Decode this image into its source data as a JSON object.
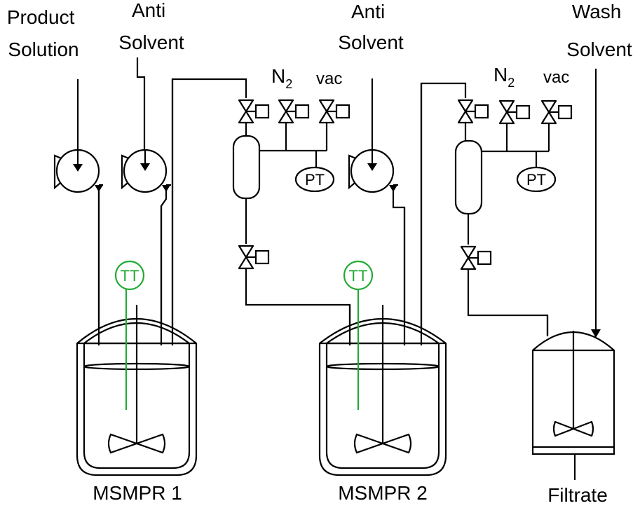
{
  "labels": {
    "product_solution": [
      "Product",
      "Solution"
    ],
    "anti_solvent_1": [
      "Anti",
      "Solvent"
    ],
    "anti_solvent_2": [
      "Anti",
      "Solvent"
    ],
    "wash_solvent": [
      "Wash",
      "Solvent"
    ],
    "n2_1": {
      "main": "N",
      "sub": "2"
    },
    "n2_2": {
      "main": "N",
      "sub": "2"
    },
    "vac_1": "vac",
    "vac_2": "vac",
    "pt_1": "PT",
    "pt_2": "PT",
    "tt_1": "TT",
    "tt_2": "TT",
    "msmpr_1": "MSMPR 1",
    "msmpr_2": "MSMPR 2",
    "filtrate": "Filtrate"
  },
  "colors": {
    "line": "#000000",
    "temperature_transmitter": "#22aa33"
  }
}
